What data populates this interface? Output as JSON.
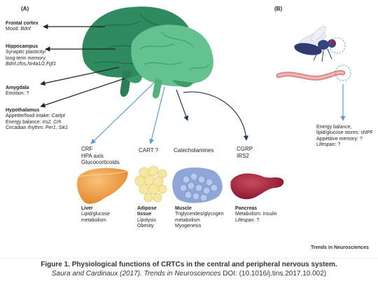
{
  "panel_a_label": "(A)",
  "panel_b_label": "(B)",
  "brain_regions": [
    {
      "title": "Frontal cortex",
      "lines": [
        "Mood: ",
        "Bdnf"
      ]
    },
    {
      "title": "Hippocampus",
      "lines": [
        "Synaptic plasticity/",
        "long-term memory:",
        "Bdnf,cfos,Nr4a1/2,Fgf1"
      ]
    },
    {
      "title": "Amygdala",
      "lines": [
        "Emotion: ?"
      ]
    },
    {
      "title": "Hypothalamus",
      "lines": [
        "Appetite/food intake: ",
        "Cartpt",
        "Energy balance: ",
        "Irs2, Crh",
        "Circadian rhythm: ",
        "Per1, Sik1"
      ]
    }
  ],
  "secreted": {
    "liver": [
      "CRF",
      "HPA axis",
      "Glucocorticoids"
    ],
    "adipose": "CART ?",
    "muscle": "Catecholamines",
    "pancreas": [
      "CGRP",
      "IRS2"
    ]
  },
  "organs": {
    "liver": {
      "title": "Liver",
      "lines": [
        "Lipid/glucose",
        "metabolism"
      ]
    },
    "adipose": {
      "title": "Adipose",
      "title2": "tissue",
      "lines": [
        "Lipolysis",
        "Obesity"
      ]
    },
    "muscle": {
      "title": "Muscle",
      "lines": [
        "Triglycerides/glycogen",
        "metabolism",
        "Myogenesis"
      ]
    },
    "pancreas": {
      "title": "Pancreas",
      "lines": [
        "Metabolism: insulin",
        "Lifespan: ?"
      ]
    }
  },
  "panel_b_text": [
    "Energy balance,",
    "lipid/glucose stores: sNPF",
    "Appetitive memory: ?",
    "Lifespan: ?"
  ],
  "journal_tag": "Trends in Neurosciences",
  "caption": {
    "title": "Figure 1. Physiological functions of CRTCs in the central and peripheral nervous system.",
    "citation_authors": "Saura and Cardinaux (2017). ",
    "citation_journal": "Trends in Neurosciences",
    "citation_doi": " DOI: (10.1016/j.tins.2017.10.002)"
  },
  "colors": {
    "brain_dark": "#2f8b5f",
    "brain_light": "#5fbf8c",
    "arrow_blue": "#5b9bd5",
    "arrow_navy": "#1f3864",
    "liver": "#f0a14a",
    "adipose": "#f6e7a2",
    "muscle": "#8fa6d6",
    "pancreas": "#a2223b"
  }
}
